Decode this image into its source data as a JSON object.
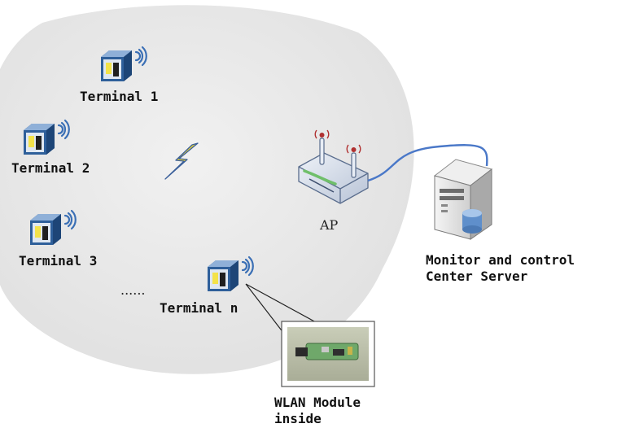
{
  "terminals": [
    {
      "label": "Terminal 1"
    },
    {
      "label": "Terminal 2"
    },
    {
      "label": "Terminal 3"
    },
    {
      "label": "Terminal n"
    }
  ],
  "ellipsis": "......",
  "ap": {
    "label": "AP"
  },
  "server": {
    "label_line1": "Monitor and control",
    "label_line2": "Center Server"
  },
  "module": {
    "label_line1": "WLAN Module",
    "label_line2": "inside"
  },
  "colors": {
    "coverage_fill": "#e7e7e7",
    "cable": "#4a78c8",
    "lightning": "#e8d23a",
    "terminal_blue": "#2e5f9a",
    "terminal_yellow": "#f3e24a",
    "wifi_waves": "#3a6fb5",
    "board_green": "#6fa86a"
  },
  "icons": {
    "terminal": "terminal-device-icon",
    "wifi": "wifi-signal-icon",
    "lightning": "wireless-lightning-icon",
    "access_point": "wireless-router-icon",
    "server": "server-tower-icon",
    "module": "wlan-module-photo"
  }
}
